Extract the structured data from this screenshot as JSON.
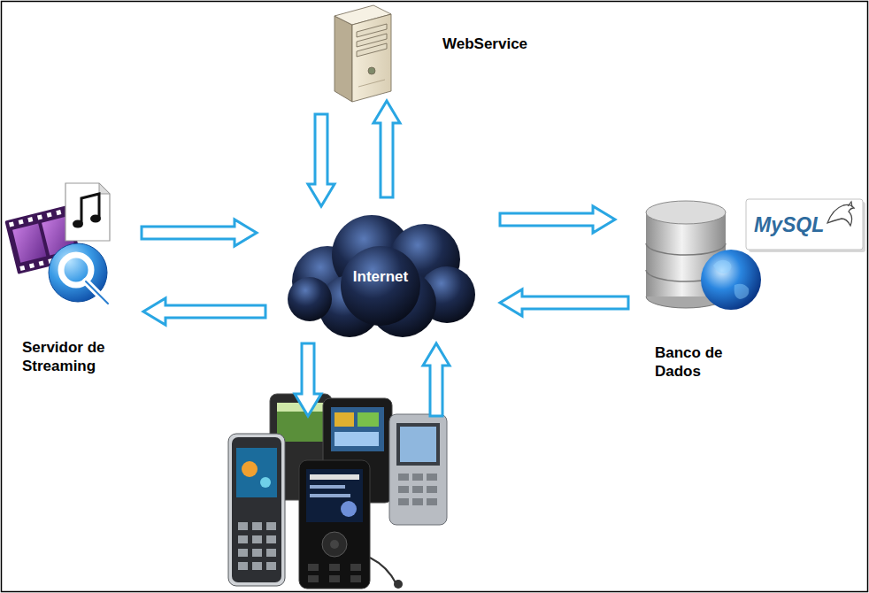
{
  "diagram": {
    "nodes": [
      {
        "text": [
          "WebService"
        ]
      },
      {
        "text": [
          "Servidor de Streaming"
        ]
      },
      {
        "text": [
          "Internet"
        ]
      },
      {
        "text": [
          "Banco de Dados"
        ]
      }
    ],
    "edges": [
      {
        "from": 0,
        "to": 2,
        "arrow": "to"
      },
      {
        "from": 2,
        "to": 0,
        "arrow": "to"
      },
      {
        "from": 1,
        "to": 2,
        "arrow": "to"
      },
      {
        "from": 2,
        "to": 1,
        "arrow": "to"
      },
      {
        "from": 2,
        "to": 3,
        "arrow": "to"
      },
      {
        "from": 3,
        "to": 2,
        "arrow": "to"
      }
    ],
    "labels": [
      "MySQL"
    ]
  }
}
